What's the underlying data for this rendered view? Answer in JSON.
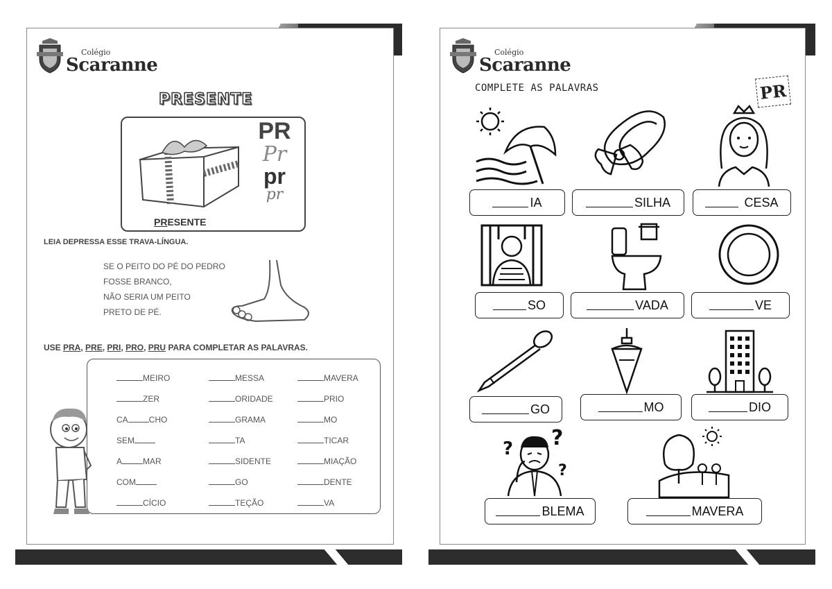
{
  "logo": {
    "small": "Colégio",
    "big": "Scaranne"
  },
  "left_page": {
    "title": "PRESENTE",
    "box_label_underlined": "PR",
    "box_label_rest": "ESENTE",
    "letters": {
      "upper": "PR",
      "cursive_upper": "Pr",
      "lower": "pr",
      "cursive_lower": "pr"
    },
    "tongue_twister_instruction": "LEIA DEPRESSA ESSE TRAVA-LÍNGUA.",
    "tongue_twister_lines": [
      "SE O PEITO DO PÉ DO PEDRO",
      "FOSSE BRANCO,",
      "NÃO SERIA UM PEITO",
      "PRETO DE PÉ."
    ],
    "use_instruction": {
      "prefix": "USE ",
      "pra": "PRA",
      "pre": "PRE",
      "pri": "PRI",
      "pro": "PRO",
      "pru": "PRU",
      "suffix": " PARA COMPLETAR AS PALAVRAS.",
      "sep": ", "
    },
    "words": [
      {
        "before": "",
        "after": "MEIRO"
      },
      {
        "before": "",
        "after": "MESSA"
      },
      {
        "before": "",
        "after": "MAVERA"
      },
      {
        "before": "",
        "after": "ZER"
      },
      {
        "before": "",
        "after": "ORIDADE"
      },
      {
        "before": "",
        "after": "PRIO"
      },
      {
        "before": "CA",
        "after": "CHO"
      },
      {
        "before": "",
        "after": "GRAMA"
      },
      {
        "before": "",
        "after": "MO"
      },
      {
        "before": "SEM",
        "after": ""
      },
      {
        "before": "",
        "after": "TA"
      },
      {
        "before": "",
        "after": "TICAR"
      },
      {
        "before": "A",
        "after": "MAR"
      },
      {
        "before": "",
        "after": "SIDENTE"
      },
      {
        "before": "",
        "after": "MIAÇÃO"
      },
      {
        "before": "COM",
        "after": ""
      },
      {
        "before": "",
        "after": "GO"
      },
      {
        "before": "",
        "after": "DENTE"
      },
      {
        "before": "",
        "after": "CÍCIO"
      },
      {
        "before": "",
        "after": "TEÇÃO"
      },
      {
        "before": "",
        "after": "VA"
      }
    ]
  },
  "right_page": {
    "title": "COMPLETE AS PALAVRAS",
    "stamp": "PR",
    "items": [
      {
        "suffix": "IA",
        "icon": "beach-umbrella-icon"
      },
      {
        "suffix": "SILHA",
        "icon": "hair-clip-icon"
      },
      {
        "suffix": "CESA",
        "icon": "princess-icon"
      },
      {
        "suffix": "SO",
        "icon": "prisoner-icon"
      },
      {
        "suffix": "VADA",
        "icon": "toilet-icon"
      },
      {
        "suffix": "VE",
        "icon": "plate-icon"
      },
      {
        "suffix": "GO",
        "icon": "nail-icon"
      },
      {
        "suffix": "MO",
        "icon": "plumb-bob-icon"
      },
      {
        "suffix": "DIO",
        "icon": "building-icon"
      },
      {
        "suffix": "BLEMA",
        "icon": "worried-man-icon"
      },
      {
        "suffix": "MAVERA",
        "icon": "spring-landscape-icon"
      }
    ]
  }
}
